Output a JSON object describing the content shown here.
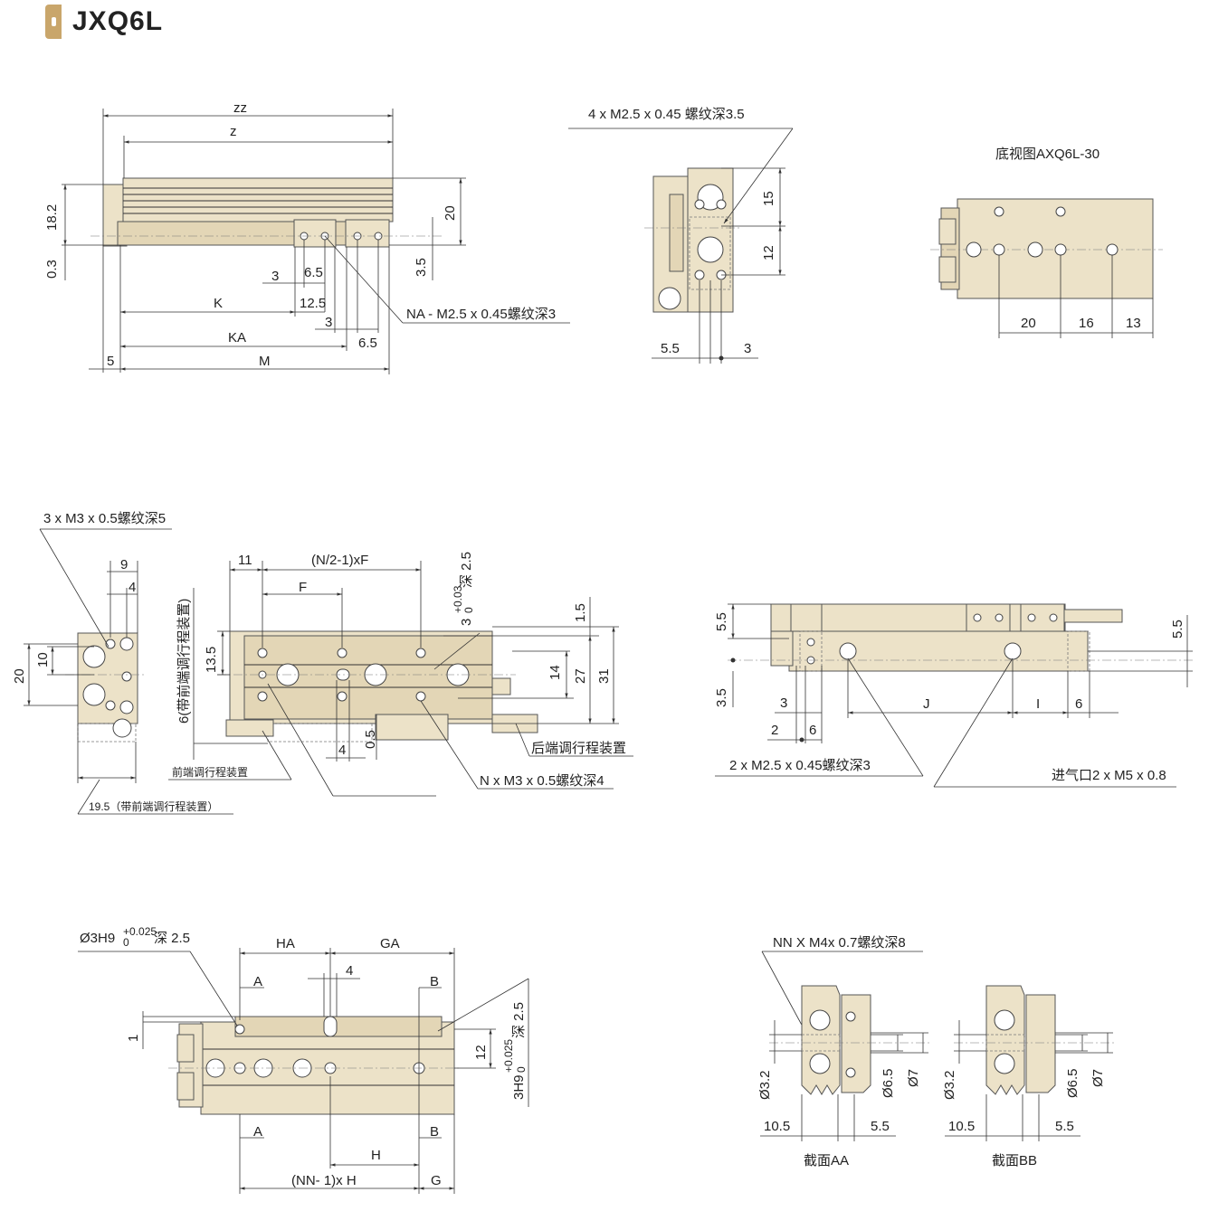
{
  "header": {
    "title": "JXQ6L"
  },
  "view1": {
    "zz": "zz",
    "z": "z",
    "h18_2": "18.2",
    "h0_3": "0.3",
    "h20": "20",
    "h3_5": "3.5",
    "d3a": "3",
    "d6_5a": "6.5",
    "K": "K",
    "d12_5": "12.5",
    "d3b": "3",
    "KA": "KA",
    "d6_5b": "6.5",
    "d5": "5",
    "M": "M",
    "na_label": "NA - M2.5 x 0.45螺纹深3"
  },
  "view2": {
    "label": "4 x M2.5 x 0.45 螺纹深3.5",
    "h15": "15",
    "h12": "12",
    "d5_5": "5.5",
    "d3": "3"
  },
  "view3": {
    "title": "底视图AXQ6L-30",
    "d20": "20",
    "d16": "16",
    "d13": "13"
  },
  "view4": {
    "label": "3 x M3 x 0.5螺纹深5",
    "d9": "9",
    "d4": "4",
    "d10": "10",
    "d20": "20",
    "d19_5": "19.5（带前端调行程装置）"
  },
  "view5": {
    "d11": "11",
    "nf": "(N/2-1)xF",
    "F": "F",
    "tol_main": "3",
    "tol_up": "+0.03",
    "tol_low": "0",
    "tol_depth": "深 2.5",
    "side_label": "6(带前端调行程装置)",
    "d13_5": "13.5",
    "d1_5": "1.5",
    "d14": "14",
    "d27": "27",
    "d31": "31",
    "d4": "4",
    "d0_5": "0.5",
    "rear_label": "后端调行程装置",
    "front_label": "前端调行程装置",
    "n_label": "N x M3 x 0.5螺纹深4"
  },
  "view6": {
    "d5_5a": "5.5",
    "d5_5b": "5.5",
    "d3_5": "3.5",
    "d3": "3",
    "d2": "2",
    "d6a": "6",
    "J": "J",
    "I": "I",
    "d6b": "6",
    "m_label": "2 x M2.5 x 0.45螺纹深3",
    "port_label": "进气口2 x M5 x 0.8"
  },
  "view7": {
    "hole_label_main": "Ø3H9",
    "hole_tol_up": "+0.025",
    "hole_tol_low": "0",
    "hole_depth": "深 2.5",
    "HA": "HA",
    "GA": "GA",
    "A_top": "A",
    "B_top": "B",
    "d4": "4",
    "d1": "1",
    "d12": "12",
    "side_main": "3H9",
    "side_up": "+0.025",
    "side_low": "0",
    "side_depth": "深 2.5",
    "A_bot": "A",
    "B_bot": "B",
    "H": "H",
    "nnh": "(NN- 1)x H",
    "G": "G"
  },
  "view8": {
    "label": "NN X M4x 0.7螺纹深8",
    "aa": {
      "d3_2": "Ø3.2",
      "d6_5": "Ø6.5",
      "d7": "Ø7",
      "d10_5": "10.5",
      "d5_5": "5.5",
      "title": "截面AA"
    },
    "bb": {
      "d3_2": "Ø3.2",
      "d6_5": "Ø6.5",
      "d7": "Ø7",
      "d10_5": "10.5",
      "d5_5": "5.5",
      "title": "截面BB"
    }
  }
}
